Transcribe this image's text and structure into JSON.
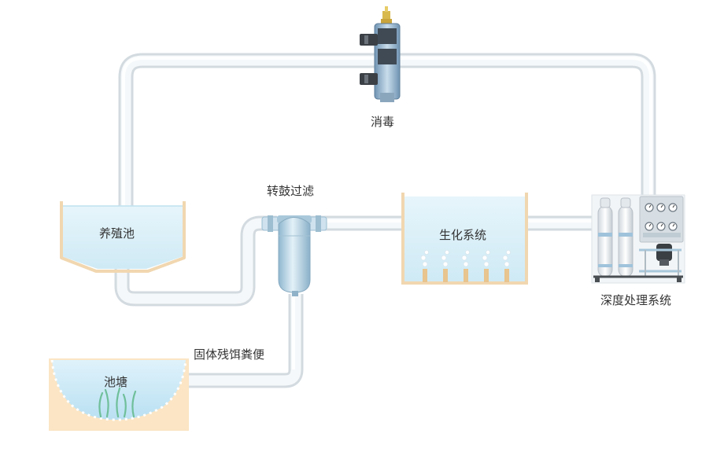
{
  "diagram": {
    "title": "",
    "nodes": {
      "breeding_pond": "养殖池",
      "drum_filter": "转鼓过滤",
      "bio_system": "生化系统",
      "advanced_treatment": "深度处理系统",
      "disinfection": "消毒",
      "fish_pond": "池塘",
      "solid_waste": "固体残饵粪便"
    },
    "flow": [
      "养殖池 → 转鼓过滤",
      "转鼓过滤 → 生化系统",
      "生化系统 → 深度处理系统",
      "深度处理系统 → 消毒",
      "消毒 → 养殖池",
      "转鼓过滤 → 池塘"
    ]
  }
}
